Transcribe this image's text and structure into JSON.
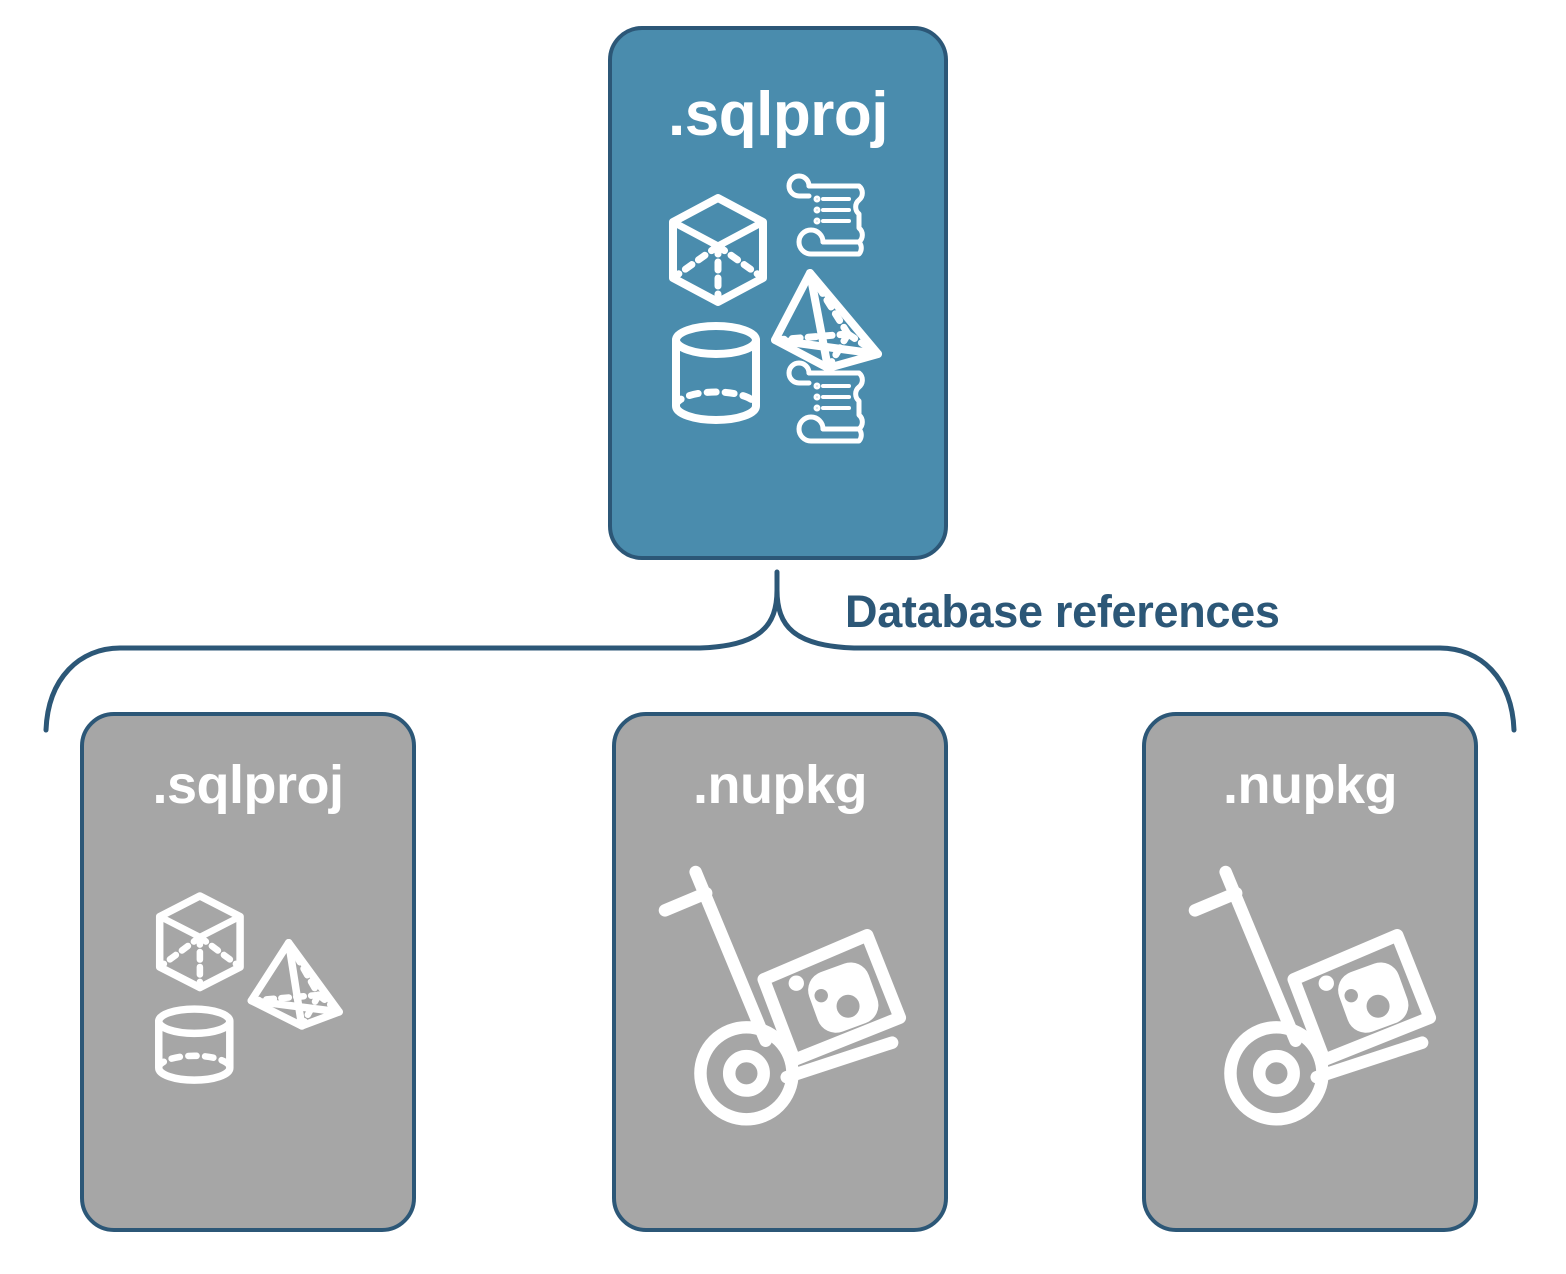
{
  "diagram": {
    "title_text": "Database references",
    "connector_label": "Database references",
    "colors": {
      "root_fill": "#4a8cad",
      "leaf_fill": "#a6a6a6",
      "stroke": "#2c5777",
      "label_text": "#2c5777",
      "node_text": "#ffffff",
      "background": "#ffffff"
    },
    "root": {
      "label": ".sqlproj",
      "icon_name": "database-objects-and-scripts-icon",
      "icons": [
        "cube-icon",
        "scroll-icon",
        "pyramid-icon",
        "cylinder-icon",
        "scroll-icon"
      ]
    },
    "children": [
      {
        "label": ".sqlproj",
        "icon_name": "database-objects-icon",
        "icons": [
          "cube-icon",
          "pyramid-icon",
          "cylinder-icon"
        ]
      },
      {
        "label": ".nupkg",
        "icon_name": "nuget-package-handtruck-icon",
        "icons": [
          "hand-truck-icon",
          "nuget-package-icon"
        ]
      },
      {
        "label": ".nupkg",
        "icon_name": "nuget-package-handtruck-icon",
        "icons": [
          "hand-truck-icon",
          "nuget-package-icon"
        ]
      }
    ]
  }
}
